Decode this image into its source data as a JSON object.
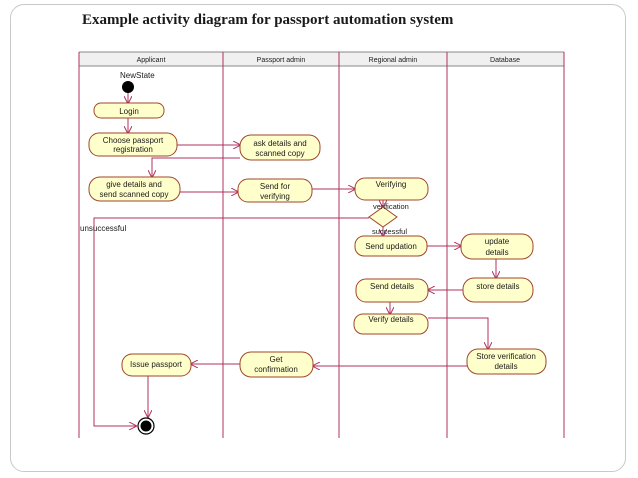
{
  "title": "Example activity diagram for passport automation system",
  "colors": {
    "swimlane_line": "#b03060",
    "node_fill": "#ffffcc",
    "node_stroke": "#a0462a",
    "arrow": "#b03060",
    "header_fill": "#f0f0f0",
    "text": "#1a1a1a"
  },
  "lanes": [
    "Applicant",
    "Passport admin",
    "Regional admin",
    "Database"
  ],
  "start_label": "NewState",
  "activities": {
    "login": [
      "Login"
    ],
    "choose": [
      "Choose passport",
      "registration"
    ],
    "ask": [
      "ask details and",
      "scanned copy"
    ],
    "give": [
      "give details and",
      "send scanned copy"
    ],
    "send_for": [
      "Send for",
      "verifying"
    ],
    "verifying": [
      "Verifying"
    ],
    "send_updation": [
      "Send updation"
    ],
    "update": [
      "update",
      "details"
    ],
    "store": [
      "store details"
    ],
    "send_details": [
      "Send details"
    ],
    "verify": [
      "Verify details"
    ],
    "store_verif": [
      "Store verification",
      "details"
    ],
    "get_conf": [
      "Get",
      "confirmation"
    ],
    "issue": [
      "Issue passport"
    ]
  },
  "guards": {
    "verification": "verification",
    "successful": "successful",
    "unsuccessful": "unsuccessful"
  }
}
